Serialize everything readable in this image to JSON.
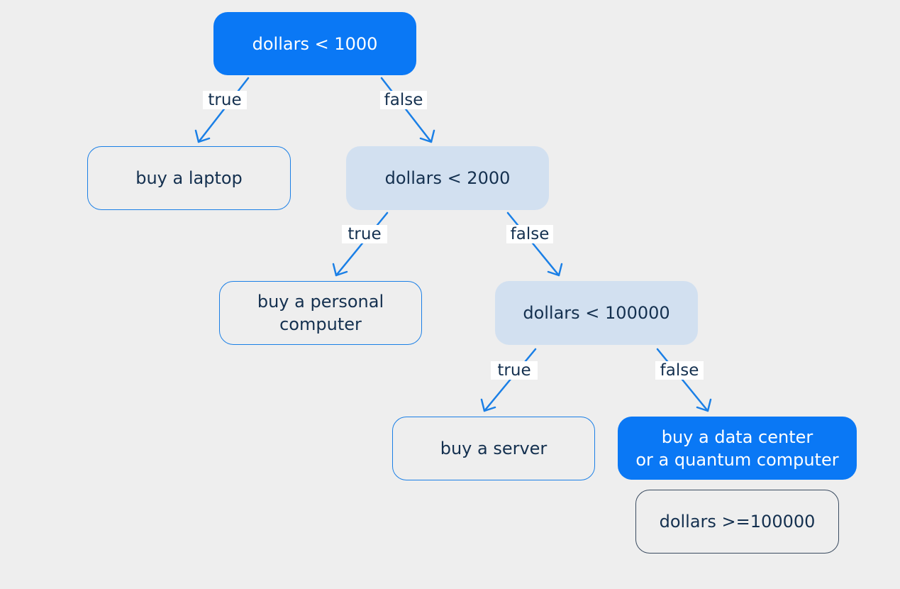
{
  "colors": {
    "background": "#eeeeee",
    "primary": "#0a78f5",
    "light": "#d2e0f0",
    "edge": "#1a7fe6",
    "text": "#14304f"
  },
  "nodes": {
    "root": {
      "label": "dollars < 1000"
    },
    "laptop": {
      "label": "buy a laptop"
    },
    "cond2000": {
      "label": "dollars < 2000"
    },
    "personal": {
      "label": "buy a personal\ncomputer"
    },
    "cond100000": {
      "label": "dollars < 100000"
    },
    "server": {
      "label": "buy a server"
    },
    "datacenter": {
      "label": "buy a data center\nor a quantum computer"
    },
    "note": {
      "label": "dollars >=100000"
    }
  },
  "edges": [
    {
      "from": "root",
      "to": "laptop",
      "label": "true"
    },
    {
      "from": "root",
      "to": "cond2000",
      "label": "false"
    },
    {
      "from": "cond2000",
      "to": "personal",
      "label": "true"
    },
    {
      "from": "cond2000",
      "to": "cond100000",
      "label": "false"
    },
    {
      "from": "cond100000",
      "to": "server",
      "label": "true"
    },
    {
      "from": "cond100000",
      "to": "datacenter",
      "label": "false"
    }
  ]
}
